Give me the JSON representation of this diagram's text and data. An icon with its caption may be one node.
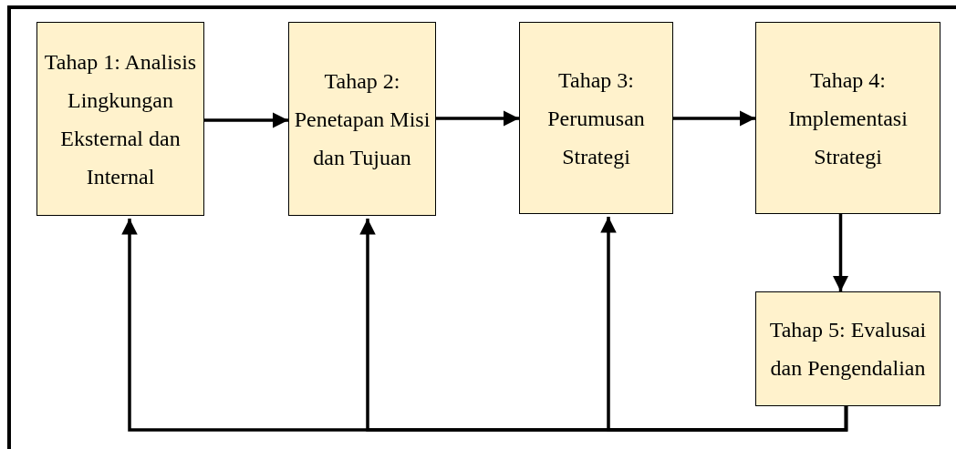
{
  "diagram": {
    "nodes": [
      {
        "text": [
          "Tahap 1: Analisis Lingkungan Eksternal dan Internal"
        ]
      },
      {
        "text": [
          "Tahap 2: Penetapan Misi dan Tujuan"
        ]
      },
      {
        "text": [
          "Tahap 3: Perumusan Strategi"
        ]
      },
      {
        "text": [
          "Tahap 4: Implementasi Strategi"
        ]
      },
      {
        "text": [
          "Tahap 5: Evalusai dan Pengendalian"
        ]
      }
    ],
    "edges": [
      {
        "from": 0,
        "to": 1,
        "arrow": "to"
      },
      {
        "from": 1,
        "to": 2,
        "arrow": "to"
      },
      {
        "from": 2,
        "to": 3,
        "arrow": "to"
      },
      {
        "from": 3,
        "to": 4,
        "arrow": "to"
      },
      {
        "from": 4,
        "to": 0,
        "arrow": "to"
      },
      {
        "from": 4,
        "to": 1,
        "arrow": "to"
      },
      {
        "from": 4,
        "to": 2,
        "arrow": "to"
      }
    ]
  }
}
